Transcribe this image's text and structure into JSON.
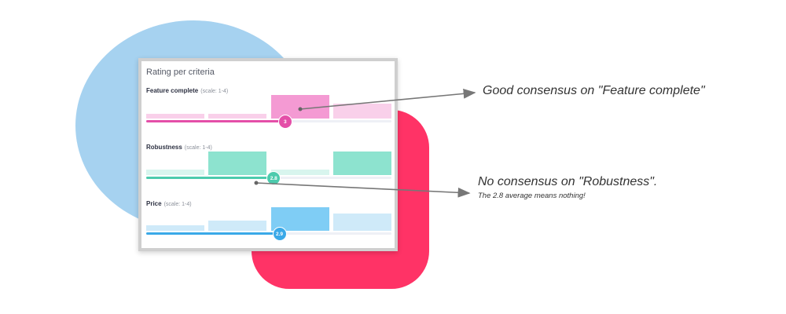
{
  "card": {
    "title": "Rating per criteria",
    "criteria": [
      {
        "name": "Feature complete",
        "scale": "(scale: 1-4)",
        "average": 3,
        "average_label": "3",
        "distribution": [
          0.2,
          0.2,
          1.0,
          0.65
        ],
        "bar_color": "#f49ad3",
        "bar_color_light": "#f9d0ea",
        "accent": "#e44fa8"
      },
      {
        "name": "Robustness",
        "scale": "(scale: 1-4)",
        "average": 2.8,
        "average_label": "2.8",
        "distribution": [
          0.22,
          1.0,
          0.22,
          1.0
        ],
        "bar_color": "#8de3cf",
        "bar_color_light": "#d8f5ee",
        "accent": "#4ccbad"
      },
      {
        "name": "Price",
        "scale": "(scale: 1-4)",
        "average": 2.9,
        "average_label": "2.9",
        "distribution": [
          0.22,
          0.45,
          1.0,
          0.72
        ],
        "bar_color": "#7fcdf5",
        "bar_color_light": "#cfeaf9",
        "accent": "#3aa9e8"
      }
    ]
  },
  "callouts": {
    "feature": "Good consensus on \"Feature complete\"",
    "robustness": "No  consensus on \"Robustness\".",
    "robustness_sub": "The 2.8 average means nothing!"
  },
  "colors": {
    "circle": "#a6d2f0",
    "square": "#ff3366",
    "arrow": "#777777"
  }
}
